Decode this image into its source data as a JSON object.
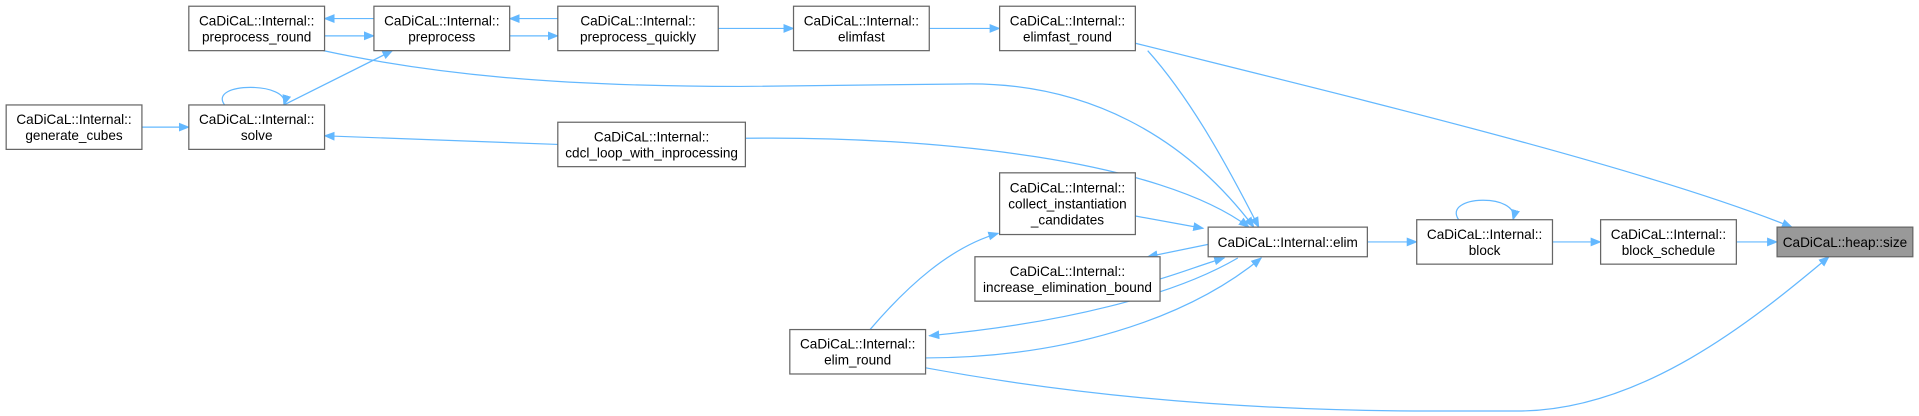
{
  "colors": {
    "edge": "#63b8ff",
    "root_fill": "#999999",
    "node_border": "#666666"
  },
  "nodes": {
    "heap_size": [
      "CaDiCaL::heap::size"
    ],
    "block_schedule": [
      "CaDiCaL::Internal::",
      "block_schedule"
    ],
    "block": [
      "CaDiCaL::Internal::",
      "block"
    ],
    "elim": [
      "CaDiCaL::Internal::elim"
    ],
    "collect": [
      "CaDiCaL::Internal::",
      "collect_instantiation",
      "_candidates"
    ],
    "increase": [
      "CaDiCaL::Internal::",
      "increase_elimination_bound"
    ],
    "elim_round": [
      "CaDiCaL::Internal::",
      "elim_round"
    ],
    "elimfast_round": [
      "CaDiCaL::Internal::",
      "elimfast_round"
    ],
    "elimfast": [
      "CaDiCaL::Internal::",
      "elimfast"
    ],
    "preprocess_quickly": [
      "CaDiCaL::Internal::",
      "preprocess_quickly"
    ],
    "preprocess": [
      "CaDiCaL::Internal::",
      "preprocess"
    ],
    "preprocess_round": [
      "CaDiCaL::Internal::",
      "preprocess_round"
    ],
    "solve": [
      "CaDiCaL::Internal::",
      "solve"
    ],
    "generate_cubes": [
      "CaDiCaL::Internal::",
      "generate_cubes"
    ],
    "cdcl": [
      "CaDiCaL::Internal::",
      "cdcl_loop_with_inprocessing"
    ]
  }
}
